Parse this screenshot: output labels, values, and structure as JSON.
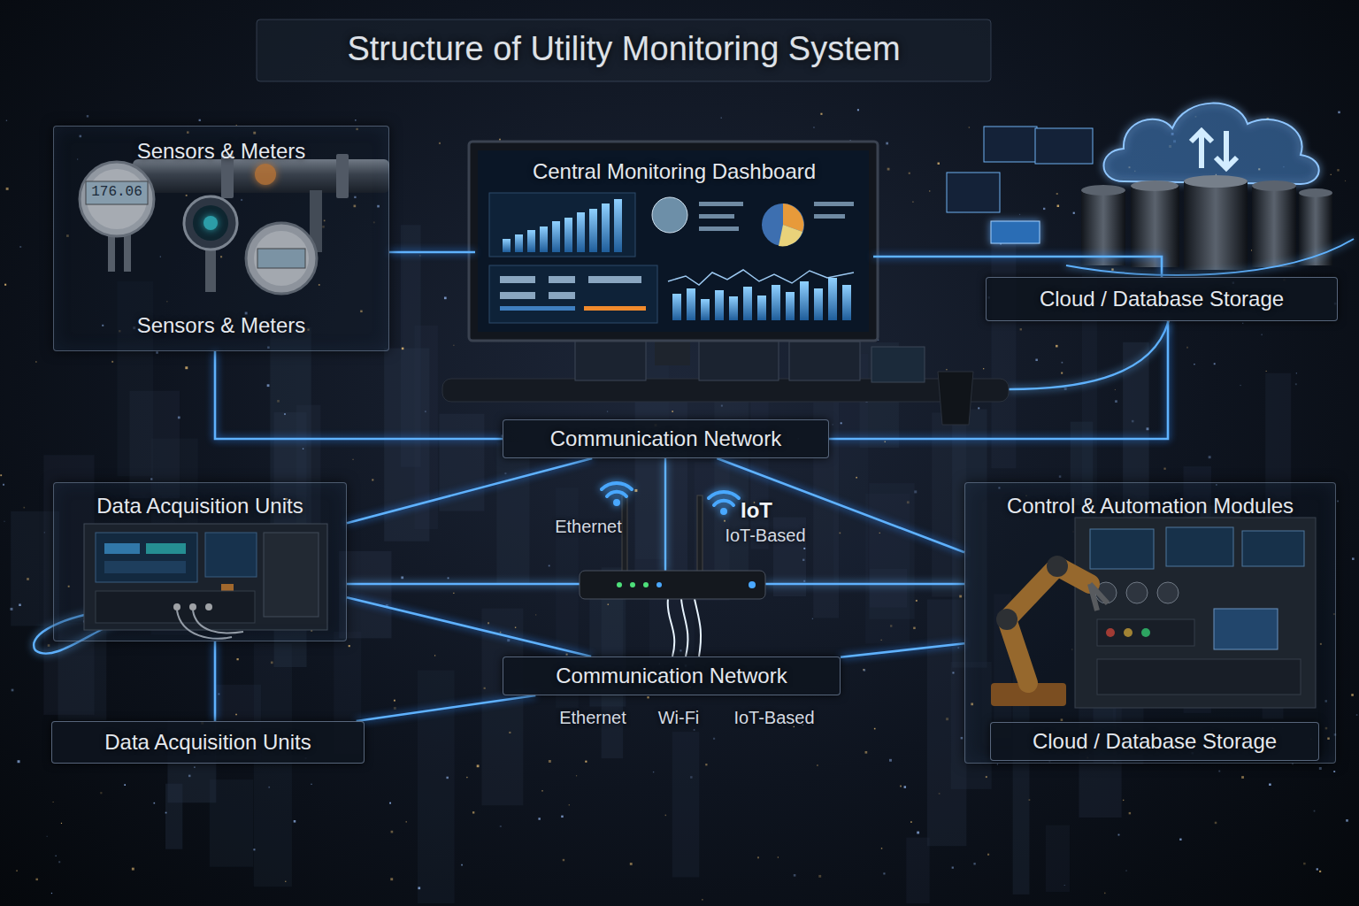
{
  "diagram": {
    "title": "Structure of Utility Monitoring System",
    "nodes": [
      {
        "text": [
          "Sensors & Meters",
          "Sensors & Meters"
        ]
      },
      {
        "text": [
          "Central Monitoring Dashboard"
        ]
      },
      {
        "text": [
          "Cloud / Database Storage"
        ]
      },
      {
        "text": [
          "Communication Network"
        ]
      },
      {
        "text": [
          "Data Acquisition Units"
        ]
      },
      {
        "text": [
          "Control & Automation Modules"
        ]
      },
      {
        "text": [
          "Cloud / Database Storage"
        ],
        "in": 5
      },
      {
        "text": [
          "Communication Network"
        ]
      },
      {
        "text": [
          "Data Acquisition Units"
        ]
      }
    ],
    "edges": [
      {
        "from": 0,
        "to": 1,
        "arrow": "none"
      },
      {
        "from": 1,
        "to": 2,
        "arrow": "none"
      },
      {
        "from": 0,
        "to": 3,
        "arrow": "none"
      },
      {
        "from": 2,
        "to": 3,
        "arrow": "none"
      },
      {
        "from": 3,
        "to": 4,
        "arrow": "none"
      },
      {
        "from": 3,
        "to": 5,
        "arrow": "none"
      },
      {
        "from": 4,
        "to": 8,
        "arrow": "none"
      },
      {
        "from": 7,
        "to": 8,
        "arrow": "none"
      },
      {
        "from": 7,
        "to": 5,
        "arrow": "none"
      },
      {
        "from": 4,
        "to": 7,
        "arrow": "none"
      }
    ],
    "labels": [
      "176.06",
      "Ethernet",
      "IoT",
      "IoT-Based",
      "Ethernet",
      "Wi-Fi",
      "IoT-Based"
    ]
  }
}
